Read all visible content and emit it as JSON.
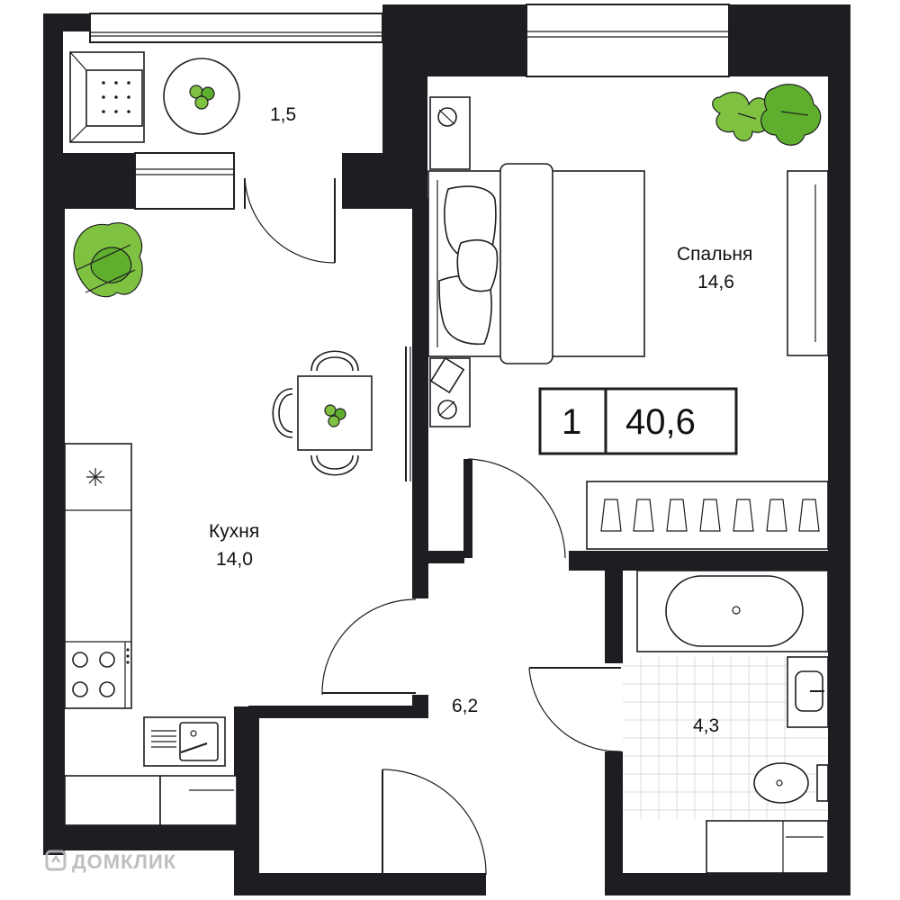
{
  "rooms": {
    "balcony": {
      "area": "1,5"
    },
    "bedroom": {
      "name": "Спальня",
      "area": "14,6"
    },
    "kitchen": {
      "name": "Кухня",
      "area": "14,0"
    },
    "hallway": {
      "area": "6,2"
    },
    "bathroom": {
      "area": "4,3"
    }
  },
  "summary": {
    "rooms_count": "1",
    "total_area": "40,6"
  },
  "watermark": {
    "brand": "ДОМКЛИК"
  },
  "colors": {
    "wall": "#1d1d22",
    "plant_light": "#7fc241",
    "plant_dark": "#5fae2e",
    "tile": "#dcdcdc"
  }
}
